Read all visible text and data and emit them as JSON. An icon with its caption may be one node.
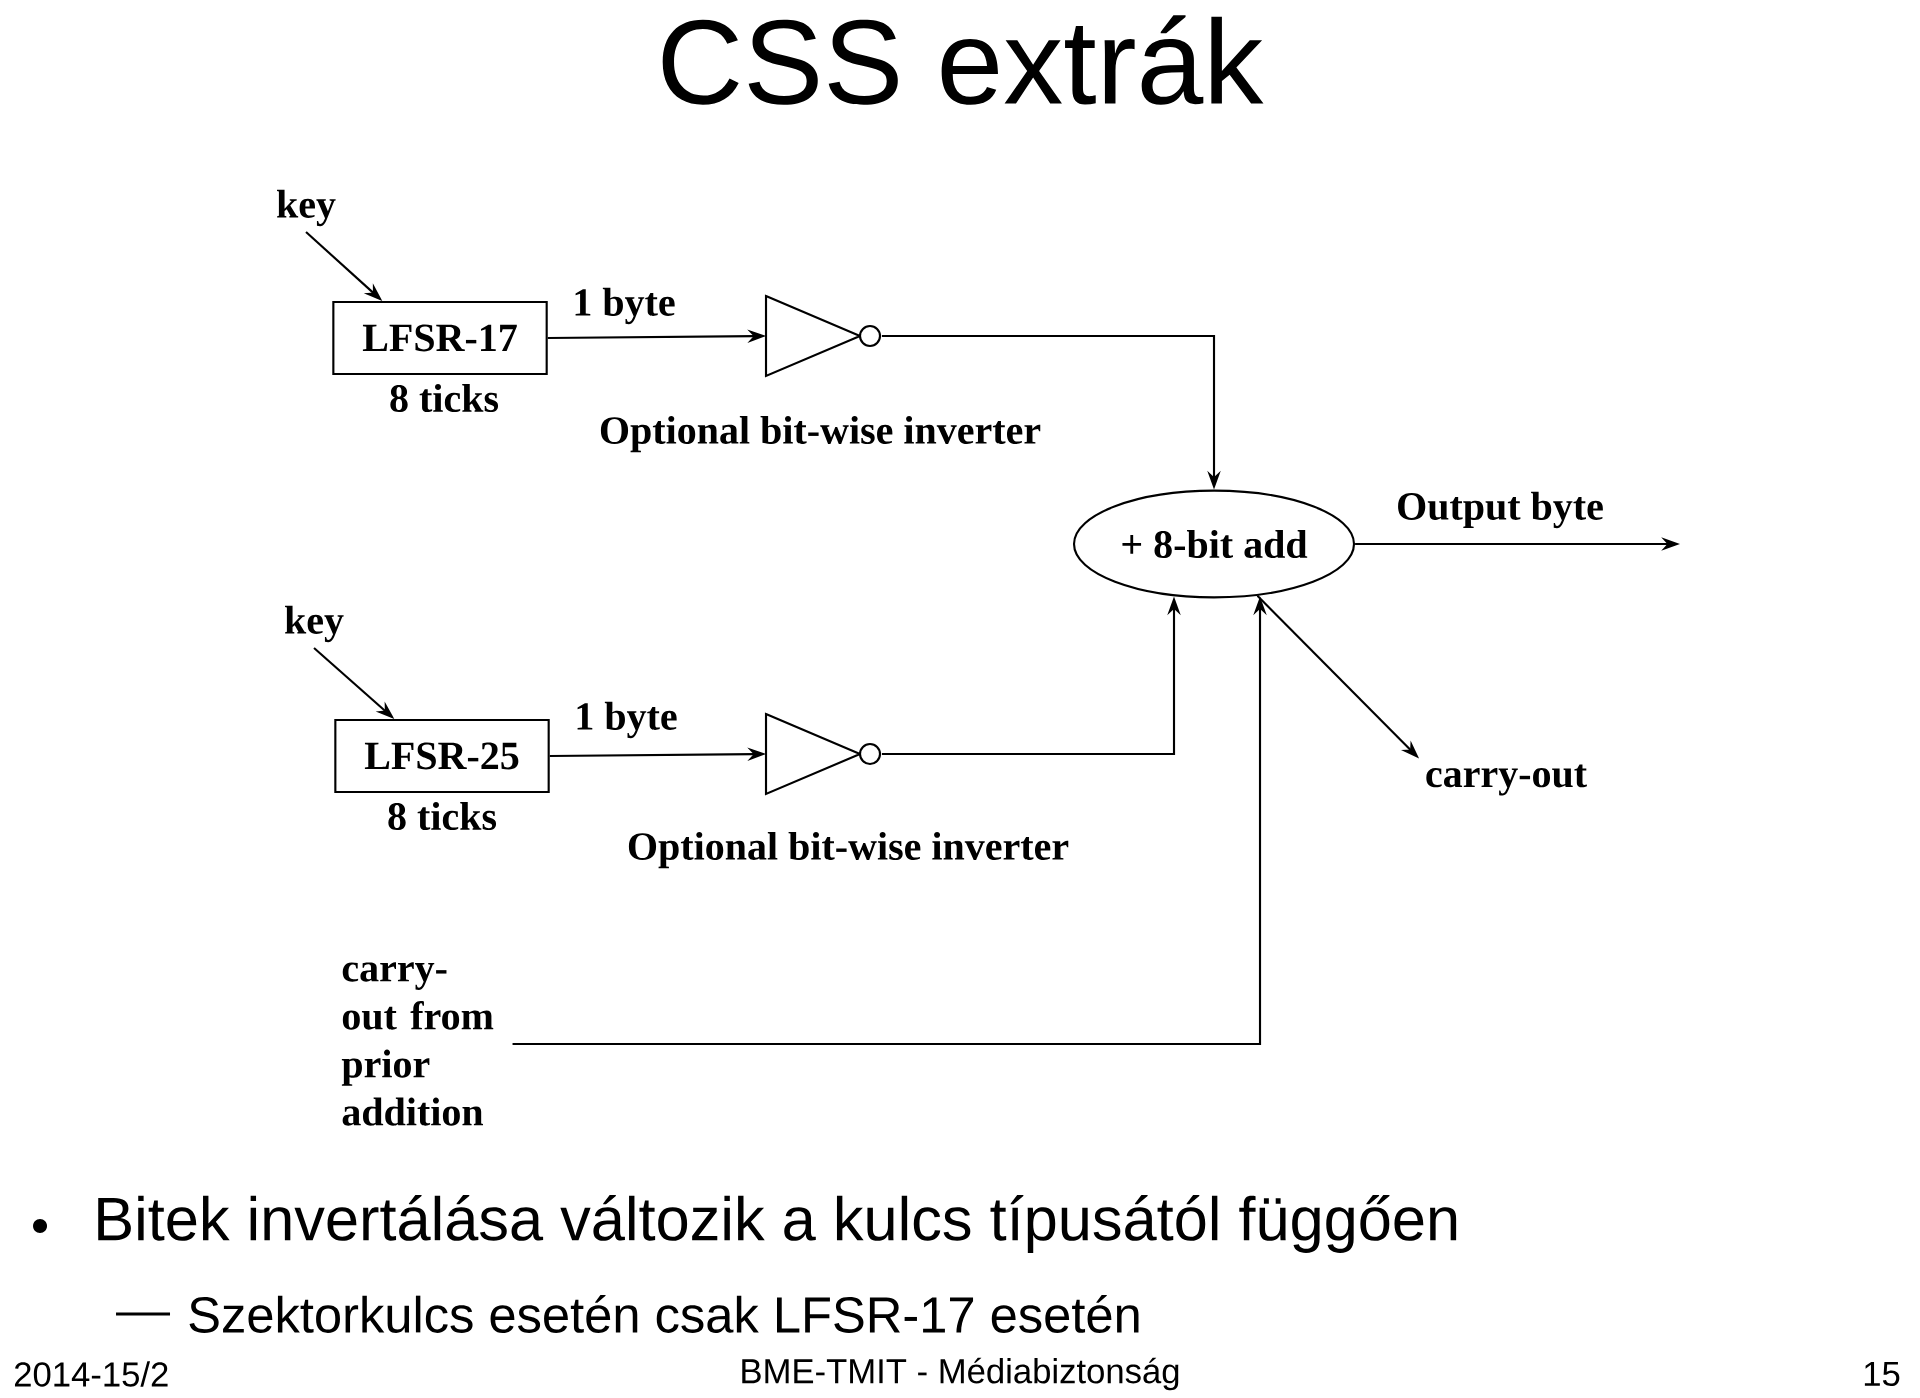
{
  "diagram": {
    "title": "CSS extrák",
    "nodes": [
      {
        "text": [
          "key"
        ]
      },
      {
        "text": [
          "LFSR-17"
        ],
        "beside": [
          "8 ticks"
        ]
      },
      {
        "text": [],
        "shape": "triangle",
        "beside": [
          "Optional bit-wise inverter"
        ]
      },
      {
        "text": [
          "+ 8-bit add"
        ]
      },
      {
        "text": [
          "key"
        ]
      },
      {
        "text": [
          "LFSR-25"
        ],
        "beside": [
          "8 ticks"
        ]
      },
      {
        "text": [],
        "shape": "triangle",
        "beside": [
          "Optional bit-wise inverter"
        ]
      },
      {
        "text": [
          "carry-out"
        ]
      },
      {
        "text": [
          "carry-out from prior addition"
        ]
      }
    ],
    "edges": [
      {
        "from": 0,
        "to": 1,
        "arrow": "to"
      },
      {
        "from": 1,
        "to": 2,
        "arrow": "to",
        "label": "1 byte"
      },
      {
        "from": 2,
        "to": 3,
        "arrow": "to"
      },
      {
        "from": 4,
        "to": 5,
        "arrow": "to"
      },
      {
        "from": 5,
        "to": 6,
        "arrow": "to",
        "label": "1 byte"
      },
      {
        "from": 6,
        "to": 3,
        "arrow": "to"
      },
      {
        "from": 3,
        "to": null,
        "arrow": "to",
        "label": "Output byte"
      },
      {
        "from": 3,
        "to": 7,
        "arrow": "to"
      },
      {
        "from": 8,
        "to": 3,
        "arrow": "to"
      }
    ],
    "labels": [
      "Bitek invertálása változik a kulcs típusától függően",
      "Szektorkulcs esetén csak LFSR-17 esetén",
      "2014-15/2",
      "BME-TMIT - Médiabiztonság",
      "15"
    ]
  }
}
